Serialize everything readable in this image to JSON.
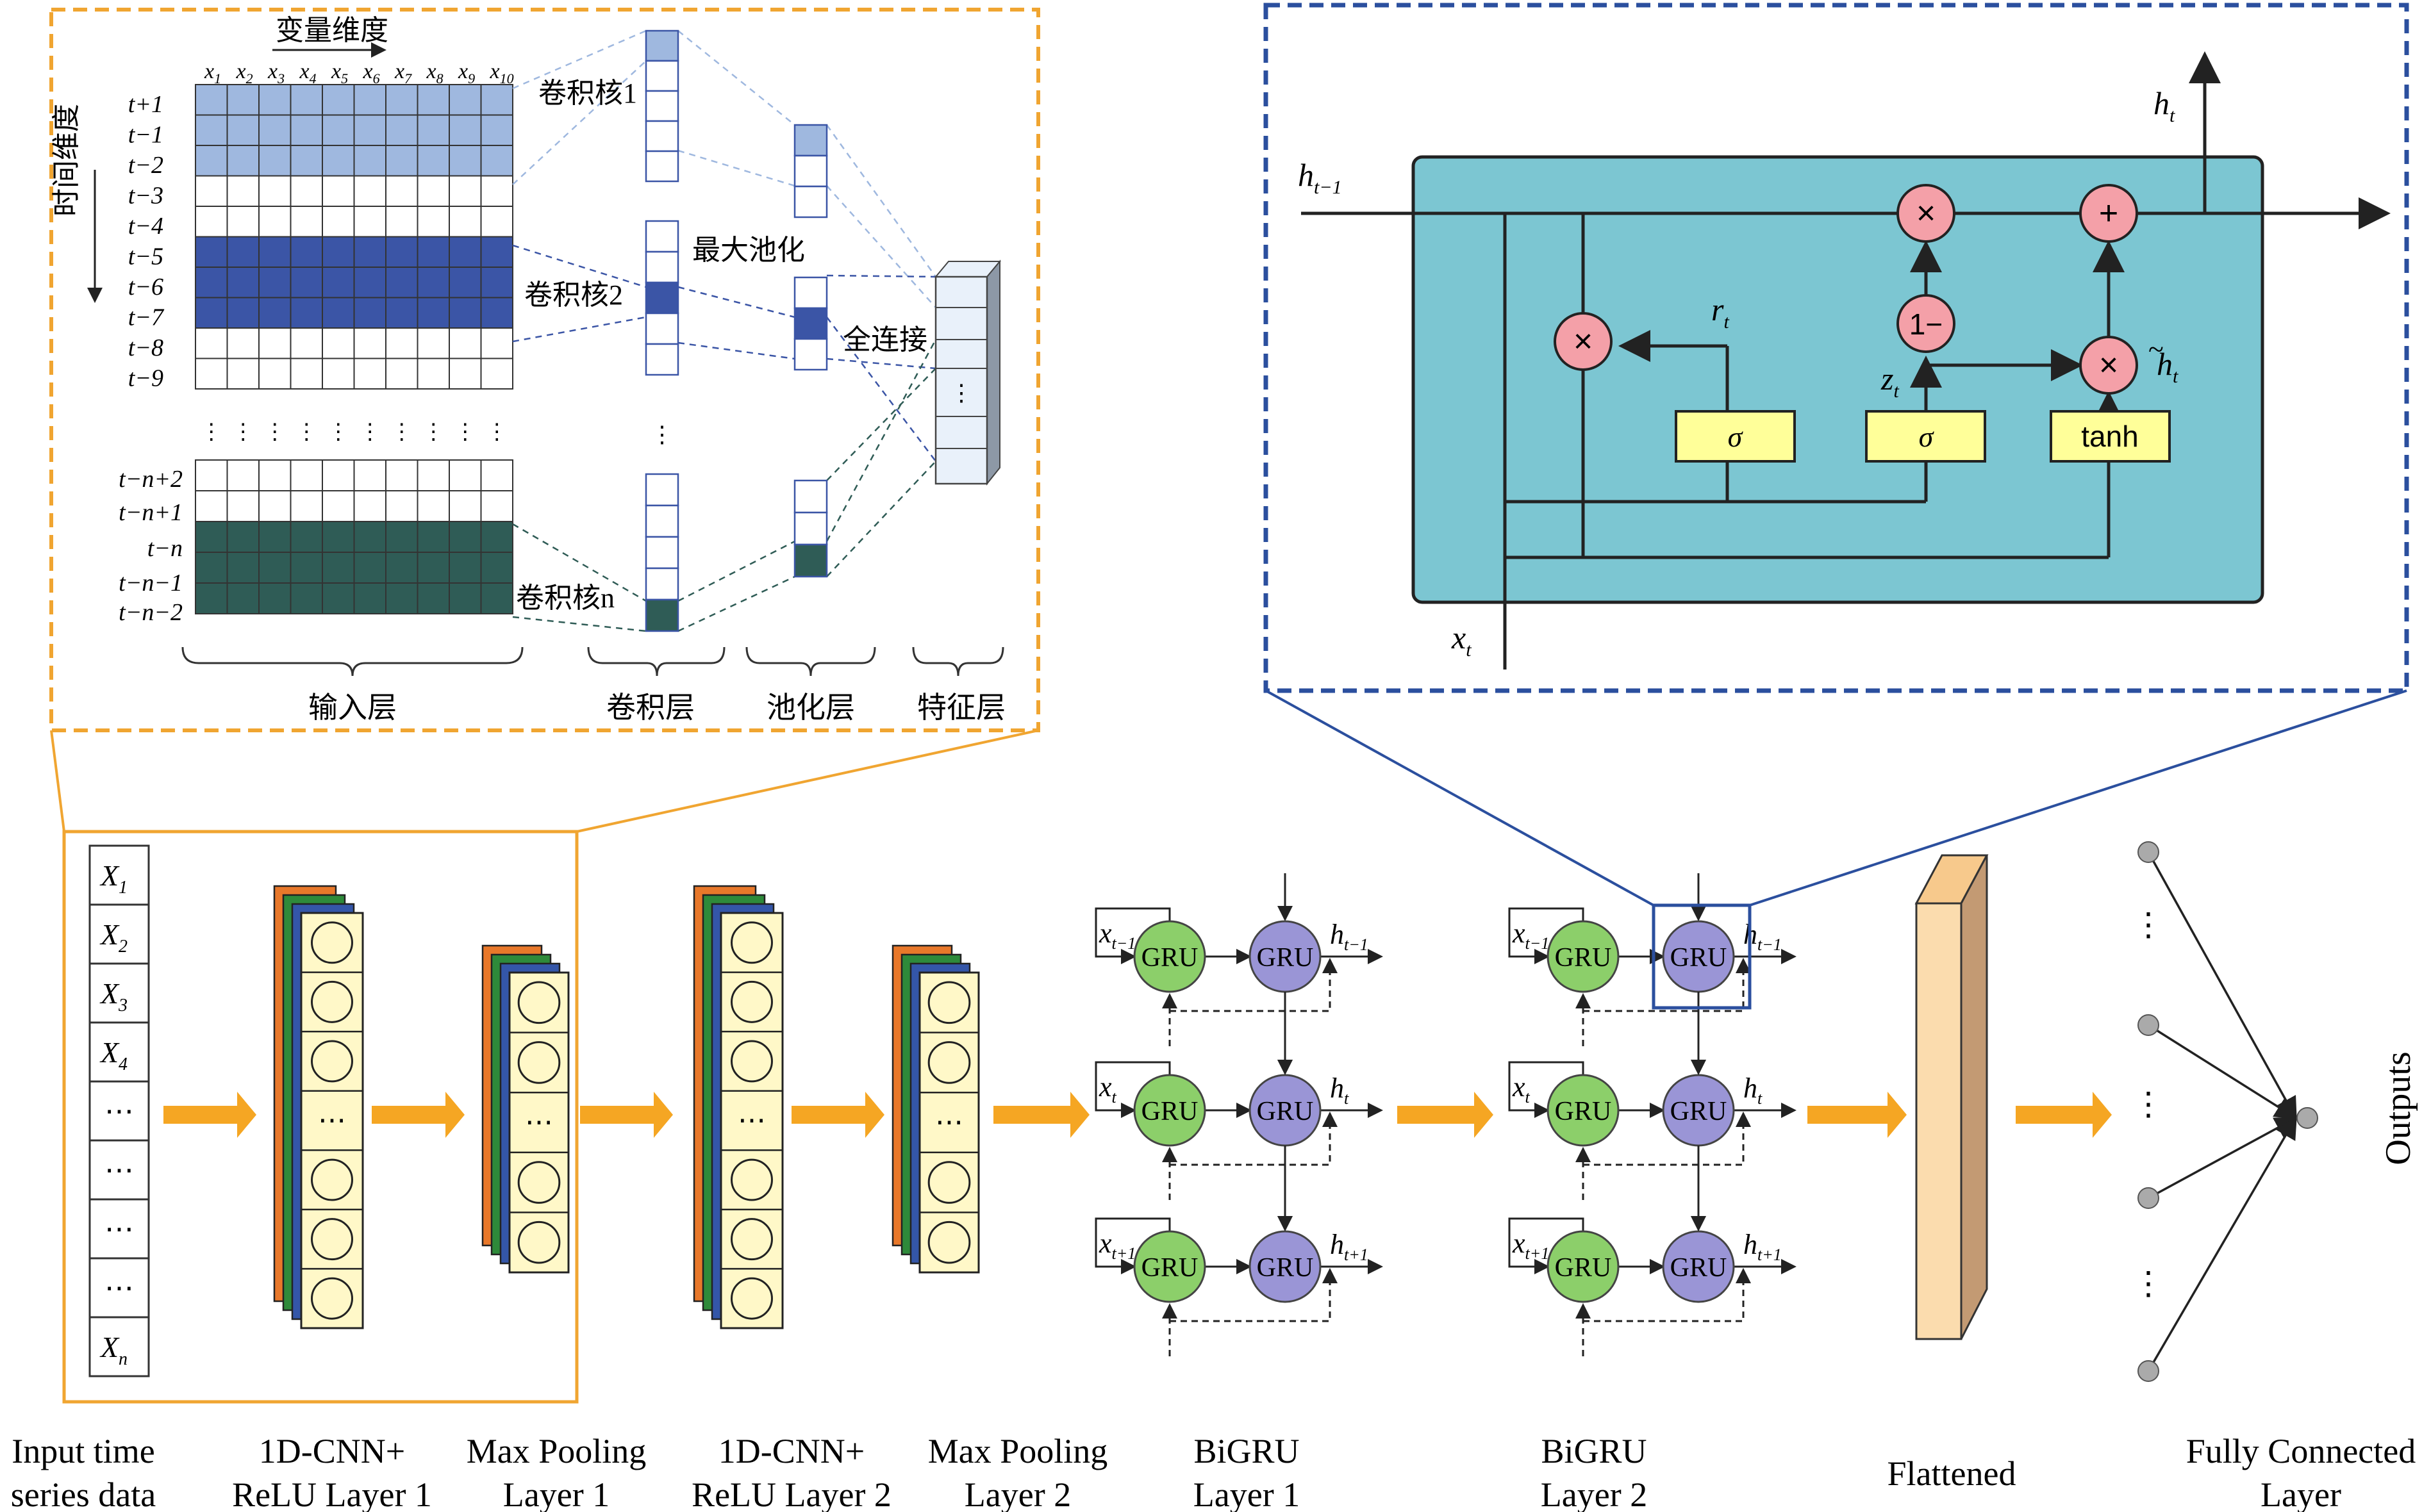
{
  "cnn_detail": {
    "variable_dim_label": "变量维度",
    "time_dim_label": "时间维度",
    "var_labels": [
      "x1",
      "x2",
      "x3",
      "x4",
      "x5",
      "x6",
      "x7",
      "x8",
      "x9",
      "x10"
    ],
    "top_time_labels": [
      "t+1",
      "t−1",
      "t−2",
      "t−3",
      "t−4",
      "t−5",
      "t−6",
      "t−7",
      "t−8",
      "t−9"
    ],
    "bottom_time_labels": [
      "t−n+2",
      "t−n+1",
      "t−n",
      "t−n−1",
      "t−n−2"
    ],
    "kernel1": "卷积核1",
    "kernel2": "卷积核2",
    "kernel_n": "卷积核n",
    "max_pool": "最大池化",
    "fully_connected": "全连接",
    "dots": "⋮",
    "layer_labels": [
      "输入层",
      "卷积层",
      "池化层",
      "特征层"
    ],
    "colors": {
      "kernel1": "#9fb8df",
      "kernel2": "#3b55a6",
      "kernel_n": "#2f5c56",
      "frame": "#f0a531"
    }
  },
  "gru_detail": {
    "h_prev": "h",
    "h_prev_sub": "t−1",
    "h_t": "h",
    "h_t_sub": "t",
    "x_t": "x",
    "x_t_sub": "t",
    "r_t": "r",
    "r_t_sub": "t",
    "z_t": "z",
    "z_t_sub": "t",
    "h_tilde": "h",
    "h_tilde_sub": "t",
    "sigma": "σ",
    "tanh": "tanh",
    "one_minus": "1−",
    "times": "×",
    "plus": "+",
    "colors": {
      "cell": "#7cc6d2",
      "gate": "#ffff99",
      "op": "#f4a0a8",
      "frame": "#2b4f9e"
    }
  },
  "input": {
    "cells": [
      "X1",
      "X2",
      "X3",
      "X4",
      "⋯",
      "⋯",
      "⋯",
      "⋯",
      "Xn"
    ],
    "label_lines": [
      "Input time",
      "series data"
    ]
  },
  "dots_h": "⋯",
  "dots_v": "⋮",
  "cnn1": {
    "label_lines": [
      "1D-CNN+",
      "ReLU Layer 1"
    ]
  },
  "pool1": {
    "label_lines": [
      "Max Pooling",
      "Layer 1"
    ]
  },
  "cnn2": {
    "label_lines": [
      "1D-CNN+",
      "ReLU Layer 2"
    ]
  },
  "pool2": {
    "label_lines": [
      "Max Pooling",
      "Layer 2"
    ]
  },
  "bigru1": {
    "label_lines": [
      "BiGRU",
      "Layer 1"
    ],
    "gru": "GRU",
    "x_labels": [
      [
        "x",
        "t−1"
      ],
      [
        "x",
        "t"
      ],
      [
        "x",
        "t+1"
      ]
    ],
    "h_labels": [
      [
        "h",
        "t−1"
      ],
      [
        "h",
        "t"
      ],
      [
        "h",
        "t+1"
      ]
    ]
  },
  "bigru2": {
    "label_lines": [
      "BiGRU",
      "Layer 2"
    ],
    "gru": "GRU",
    "x_labels": [
      [
        "x",
        "t−1"
      ],
      [
        "x",
        "t"
      ],
      [
        "x",
        "t+1"
      ]
    ],
    "h_labels": [
      [
        "h",
        "t−1"
      ],
      [
        "h",
        "t"
      ],
      [
        "h",
        "t+1"
      ]
    ]
  },
  "flattened": {
    "label": "Flattened"
  },
  "fc": {
    "label_lines": [
      "Fully Connected",
      "Layer"
    ]
  },
  "outputs": {
    "label": "Outputs"
  },
  "colors": {
    "arrow": "#f5a623",
    "gru_fwd": "#8ccf6a",
    "gru_bwd": "#9a95d6",
    "neuron_fill": "#fff8c8",
    "map_orange": "#e8782a",
    "map_green": "#2e8a3a",
    "map_blue": "#3456a8",
    "flatten_front": "#fbdcae",
    "flatten_side": "#c39a73"
  }
}
